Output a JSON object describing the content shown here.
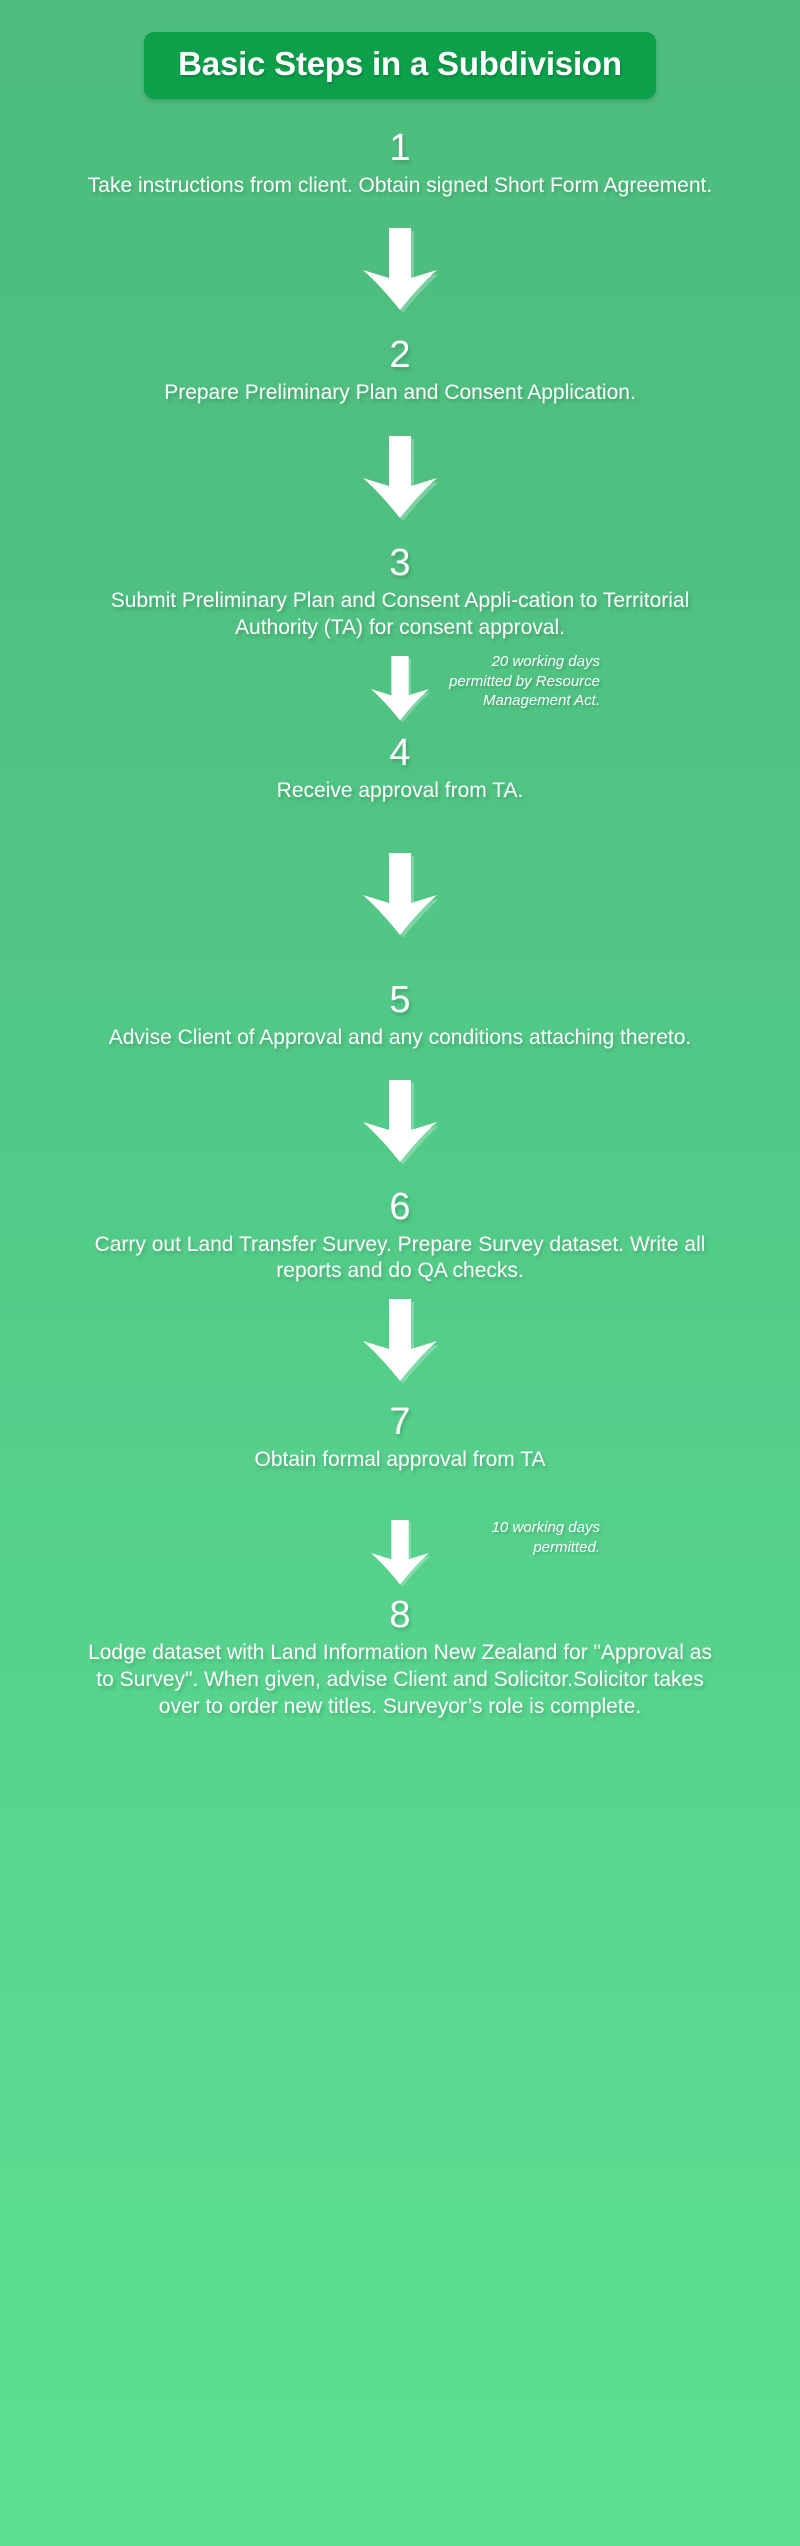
{
  "header": {
    "title": "Basic Steps in a Subdivision",
    "title_bg": "#0ca04b",
    "title_color": "#ffffff"
  },
  "theme": {
    "background_top": "#4ebd7d",
    "background_bottom": "#5ce193",
    "text_color": "#ffffff",
    "arrow_color": "#ffffff"
  },
  "diagram": {
    "type": "flowchart",
    "orientation": "vertical",
    "steps": [
      {
        "number": "1",
        "text": "Take instructions from client. Obtain signed Short Form Agreement."
      },
      {
        "number": "2",
        "text": "Prepare Preliminary Plan and Consent Application."
      },
      {
        "number": "3",
        "text": "Submit  Preliminary Plan and Consent Appli-cation to Territorial Authority (TA) for consent approval."
      },
      {
        "number": "4",
        "text": "Receive approval from TA."
      },
      {
        "number": "5",
        "text": "Advise Client of Approval and any conditions attaching thereto."
      },
      {
        "number": "6",
        "text": "Carry out Land Transfer Survey. Prepare Survey dataset. Write all reports and do QA checks."
      },
      {
        "number": "7",
        "text": "Obtain formal approval from TA"
      },
      {
        "number": "8",
        "text": "Lodge dataset with Land Information New Zealand for \"Approval as to Survey\". When given, advise Client and Solicitor.Solicitor takes over to order new titles. Surveyor’s role is complete."
      }
    ],
    "connectors": [
      {
        "from": "1",
        "to": "2",
        "note": ""
      },
      {
        "from": "2",
        "to": "3",
        "note": ""
      },
      {
        "from": "3",
        "to": "4",
        "note": "20 working days permitted by Resource Management Act."
      },
      {
        "from": "4",
        "to": "5",
        "note": ""
      },
      {
        "from": "5",
        "to": "6",
        "note": ""
      },
      {
        "from": "6",
        "to": "7",
        "note": ""
      },
      {
        "from": "7",
        "to": "8",
        "note": "10 working days permitted."
      }
    ]
  }
}
